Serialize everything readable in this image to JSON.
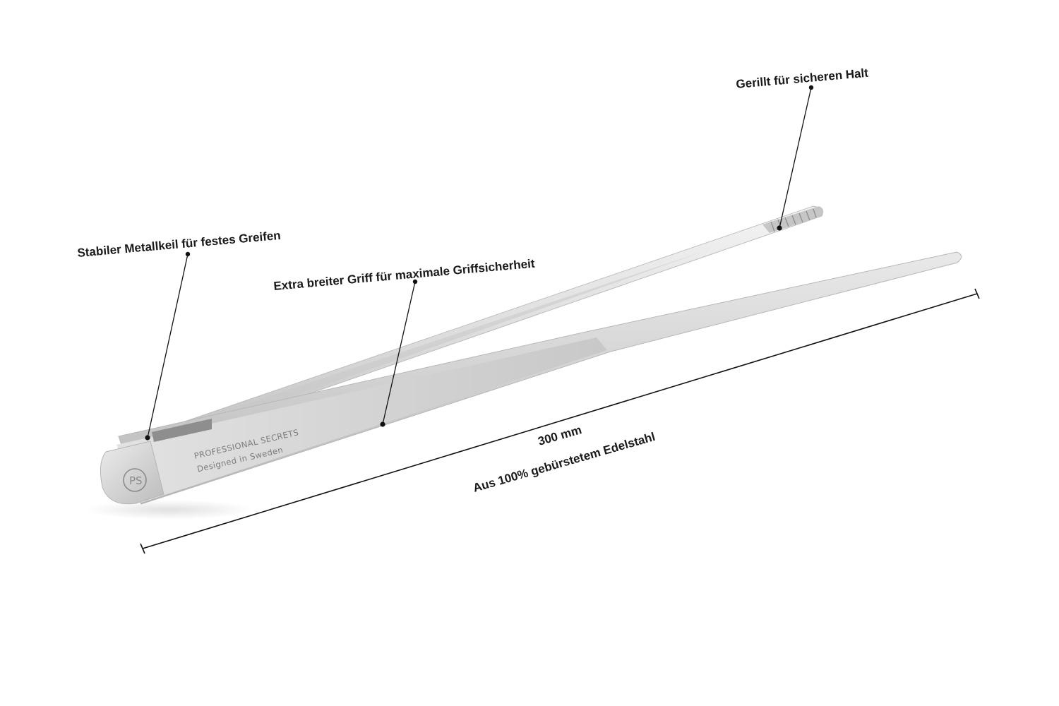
{
  "product": {
    "brand_engraving": "PROFESSIONAL SECRETS",
    "origin_engraving": "Designed in Sweden",
    "logo_monogram": "PS",
    "icon": "tweezers-illustration"
  },
  "callouts": {
    "wedge": "Stabiler Metallkeil für festes Greifen",
    "grip": "Extra breiter Griff für maximale Griffsicherheit",
    "grooved": "Gerillt für sicheren Halt"
  },
  "dimension": {
    "length": "300 mm",
    "material": "Aus 100% gebürstetem Edelstahl"
  },
  "colors": {
    "steel_light": "#f1f1f1",
    "steel_mid": "#d6d6d6",
    "steel_dark": "#a9a9a9",
    "line": "#111111"
  }
}
